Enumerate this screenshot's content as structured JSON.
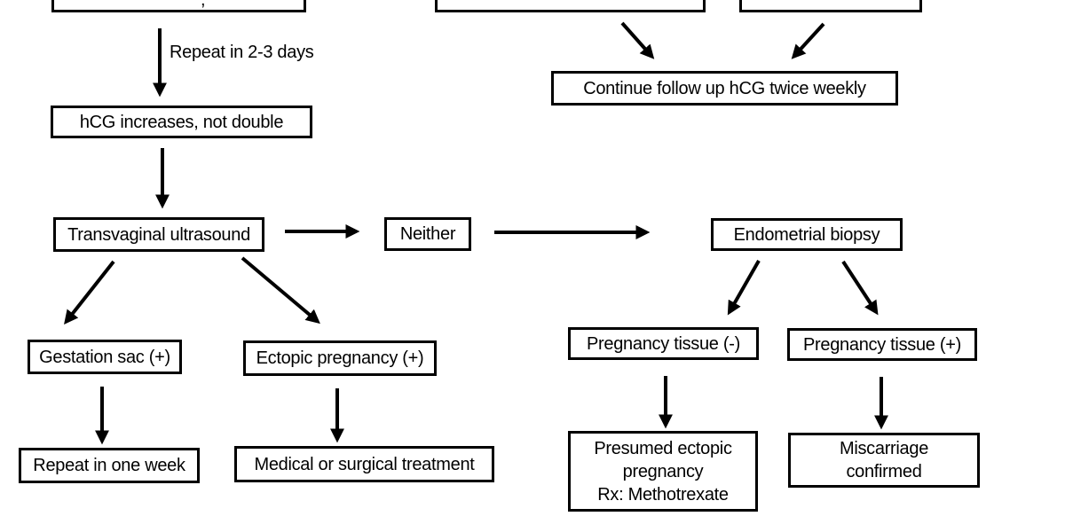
{
  "diagram": {
    "type": "flowchart",
    "colors": {
      "background": "#ffffff",
      "box_border": "#000000",
      "text": "#000000",
      "arrow": "#000000"
    },
    "nodes": {
      "initial": {
        "label": "",
        "visible_fragment": ","
      },
      "top_middle": {
        "label": ""
      },
      "top_right": {
        "label": ""
      },
      "continue_followup": {
        "label": "Continue follow up hCG twice weekly"
      },
      "hcg_increases": {
        "label": "hCG increases, not double"
      },
      "transvaginal_ultrasound": {
        "label": "Transvaginal ultrasound"
      },
      "neither": {
        "label": "Neither"
      },
      "endometrial_biopsy": {
        "label": "Endometrial biopsy"
      },
      "gestation_sac": {
        "label": "Gestation sac (+)"
      },
      "ectopic_pregnancy": {
        "label": "Ectopic pregnancy (+)"
      },
      "pregnancy_tissue_negative": {
        "label": "Pregnancy tissue (-)"
      },
      "pregnancy_tissue_positive": {
        "label": "Pregnancy tissue (+)"
      },
      "repeat_one_week": {
        "label": "Repeat in one week"
      },
      "medical_surgical": {
        "label": "Medical or surgical treatment"
      },
      "presumed_ectopic": {
        "label": "Presumed ectopic\npregnancy\nRx: Methotrexate"
      },
      "miscarriage_confirmed": {
        "label": "Miscarriage\nconfirmed"
      }
    },
    "edge_labels": {
      "repeat_2_3_days": "Repeat in 2-3 days"
    }
  }
}
